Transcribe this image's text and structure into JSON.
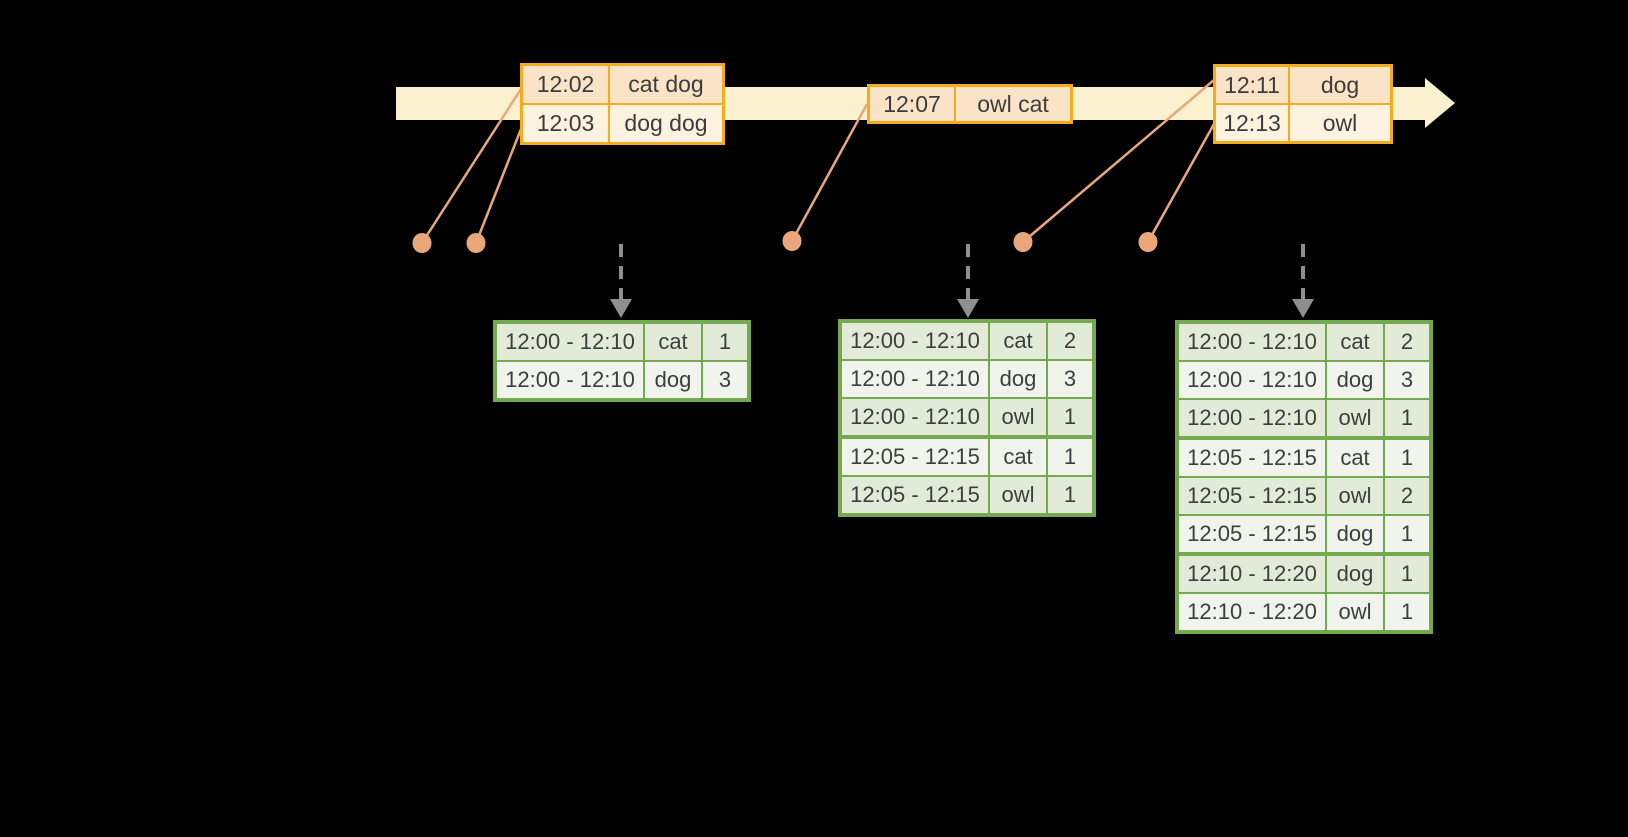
{
  "colors": {
    "background": "#000000",
    "timeline_fill": "#FBF1CF",
    "event_table_border": "#F2AC1E",
    "event_row_fill_dark": "#FAE3C6",
    "event_row_fill_light": "#FDF1DF",
    "connector_and_dots": "#EBA77C",
    "trigger_arrow": "#8F8F8F",
    "result_table_border": "#74A94F",
    "result_row_fill_dark": "#E2EBD8",
    "result_row_fill_light": "#F0F4EC",
    "text": "#3C3C3C"
  },
  "event_tables": [
    {
      "rows": [
        {
          "time": "12:02",
          "words": "cat dog"
        },
        {
          "time": "12:03",
          "words": "dog dog"
        }
      ]
    },
    {
      "rows": [
        {
          "time": "12:07",
          "words": "owl cat"
        }
      ]
    },
    {
      "rows": [
        {
          "time": "12:11",
          "words": "dog"
        },
        {
          "time": "12:13",
          "words": "owl"
        }
      ]
    }
  ],
  "result_tables": [
    {
      "rows": [
        {
          "window": "12:00 - 12:10",
          "word": "cat",
          "count": "1"
        },
        {
          "window": "12:00 - 12:10",
          "word": "dog",
          "count": "3"
        }
      ]
    },
    {
      "rows": [
        {
          "window": "12:00 - 12:10",
          "word": "cat",
          "count": "2"
        },
        {
          "window": "12:00 - 12:10",
          "word": "dog",
          "count": "3"
        },
        {
          "window": "12:00 - 12:10",
          "word": "owl",
          "count": "1"
        },
        {
          "window": "12:05 - 12:15",
          "word": "cat",
          "count": "1"
        },
        {
          "window": "12:05 - 12:15",
          "word": "owl",
          "count": "1"
        }
      ]
    },
    {
      "rows": [
        {
          "window": "12:00 - 12:10",
          "word": "cat",
          "count": "2"
        },
        {
          "window": "12:00 - 12:10",
          "word": "dog",
          "count": "3"
        },
        {
          "window": "12:00 - 12:10",
          "word": "owl",
          "count": "1"
        },
        {
          "window": "12:05 - 12:15",
          "word": "cat",
          "count": "1"
        },
        {
          "window": "12:05 - 12:15",
          "word": "owl",
          "count": "2"
        },
        {
          "window": "12:05 - 12:15",
          "word": "dog",
          "count": "1"
        },
        {
          "window": "12:10 - 12:20",
          "word": "dog",
          "count": "1"
        },
        {
          "window": "12:10 - 12:20",
          "word": "owl",
          "count": "1"
        }
      ]
    }
  ]
}
